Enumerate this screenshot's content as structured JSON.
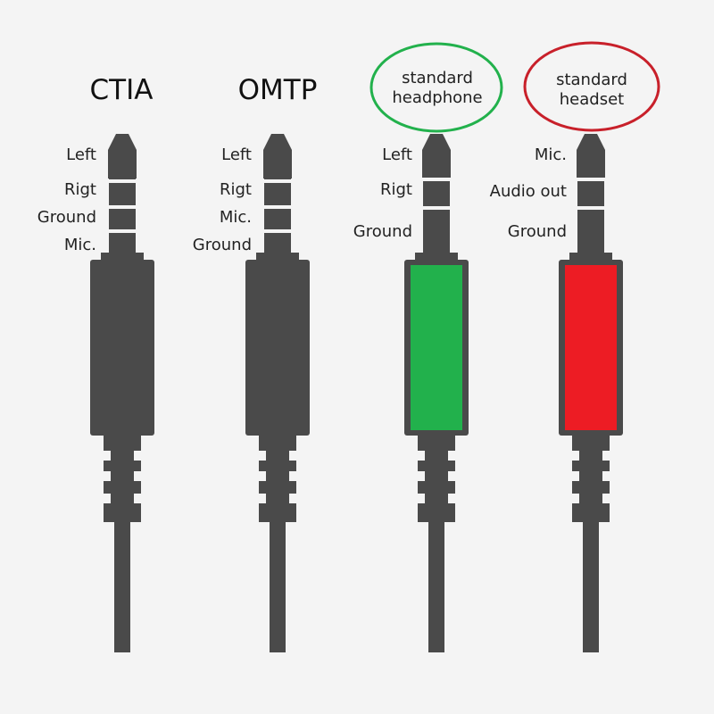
{
  "colors": {
    "background": "#f4f4f4",
    "plug": "#4a4a4a",
    "ring_gap": "#f4f4f4",
    "headphone_fill": "#22b14c",
    "headset_fill": "#ed1c24",
    "headphone_ellipse": "#22b14c",
    "headset_ellipse": "#c8202a"
  },
  "connectors": [
    {
      "title": "CTIA",
      "contacts": [
        "Left",
        "Rigt",
        "Ground",
        "Mic."
      ],
      "body_fill": "plug"
    },
    {
      "title": "OMTP",
      "contacts": [
        "Left",
        "Rigt",
        "Mic.",
        "Ground"
      ],
      "body_fill": "plug"
    },
    {
      "title_lines": [
        "standard",
        "headphone"
      ],
      "title_style": "green-ellipse",
      "contacts": [
        "Left",
        "Rigt",
        "Ground"
      ],
      "body_fill": "headphone_fill"
    },
    {
      "title_lines": [
        "standard",
        "headset"
      ],
      "title_style": "red-ellipse",
      "contacts": [
        "Mic.",
        "Audio out",
        "Ground"
      ],
      "body_fill": "headset_fill"
    }
  ]
}
